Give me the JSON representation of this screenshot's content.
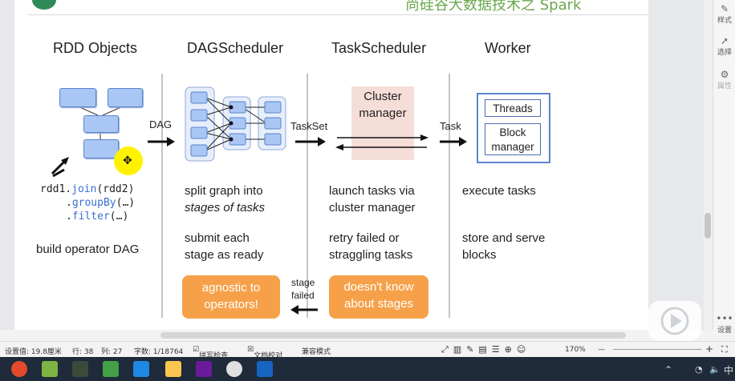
{
  "header": {
    "title": "尚硅谷大数据技术之 Spark"
  },
  "columns": [
    {
      "title": "RDD Objects"
    },
    {
      "title": "DAGScheduler"
    },
    {
      "title": "TaskScheduler"
    },
    {
      "title": "Worker"
    }
  ],
  "rdd": {
    "code": [
      {
        "plain": "rdd1.",
        "kw": "join",
        "rest": "(rdd2)"
      },
      {
        "plain": "  .",
        "kw": "groupBy",
        "rest": "(…)"
      },
      {
        "plain": "  .",
        "kw": "filter",
        "rest": "(…)"
      }
    ],
    "description": "build operator DAG"
  },
  "arrows": {
    "dag": "DAG",
    "taskset": "TaskSet",
    "task": "Task",
    "stage_failed_1": "stage",
    "stage_failed_2": "failed"
  },
  "dag": {
    "text1": [
      "split graph into",
      "stages of tasks"
    ],
    "text2": [
      "submit each",
      "stage as ready"
    ],
    "badge": [
      "agnostic to",
      "operators!"
    ]
  },
  "task": {
    "cluster": [
      "Cluster",
      "manager"
    ],
    "text1": [
      "launch tasks via",
      "cluster manager"
    ],
    "text2": [
      "retry failed or",
      "straggling tasks"
    ],
    "badge": [
      "doesn't know",
      "about stages"
    ]
  },
  "worker": {
    "threads": "Threads",
    "block": [
      "Block",
      "manager"
    ],
    "text1": "execute tasks",
    "text2": [
      "store and serve",
      "blocks"
    ]
  },
  "right_panel": {
    "style": "样式",
    "select": "选择",
    "property": "属性",
    "settings": "设置"
  },
  "status_bar": {
    "setting_value": "设置值: 19.8厘米",
    "line": "行: 38",
    "col": "列: 27",
    "words": "字数: 1/18764",
    "spell": "拼写检查",
    "proof": "文档校对",
    "compat": "兼容模式",
    "zoom": "170%",
    "zoom_minus": "—",
    "zoom_plus": "+"
  },
  "taskbar": {
    "ime": "中"
  }
}
